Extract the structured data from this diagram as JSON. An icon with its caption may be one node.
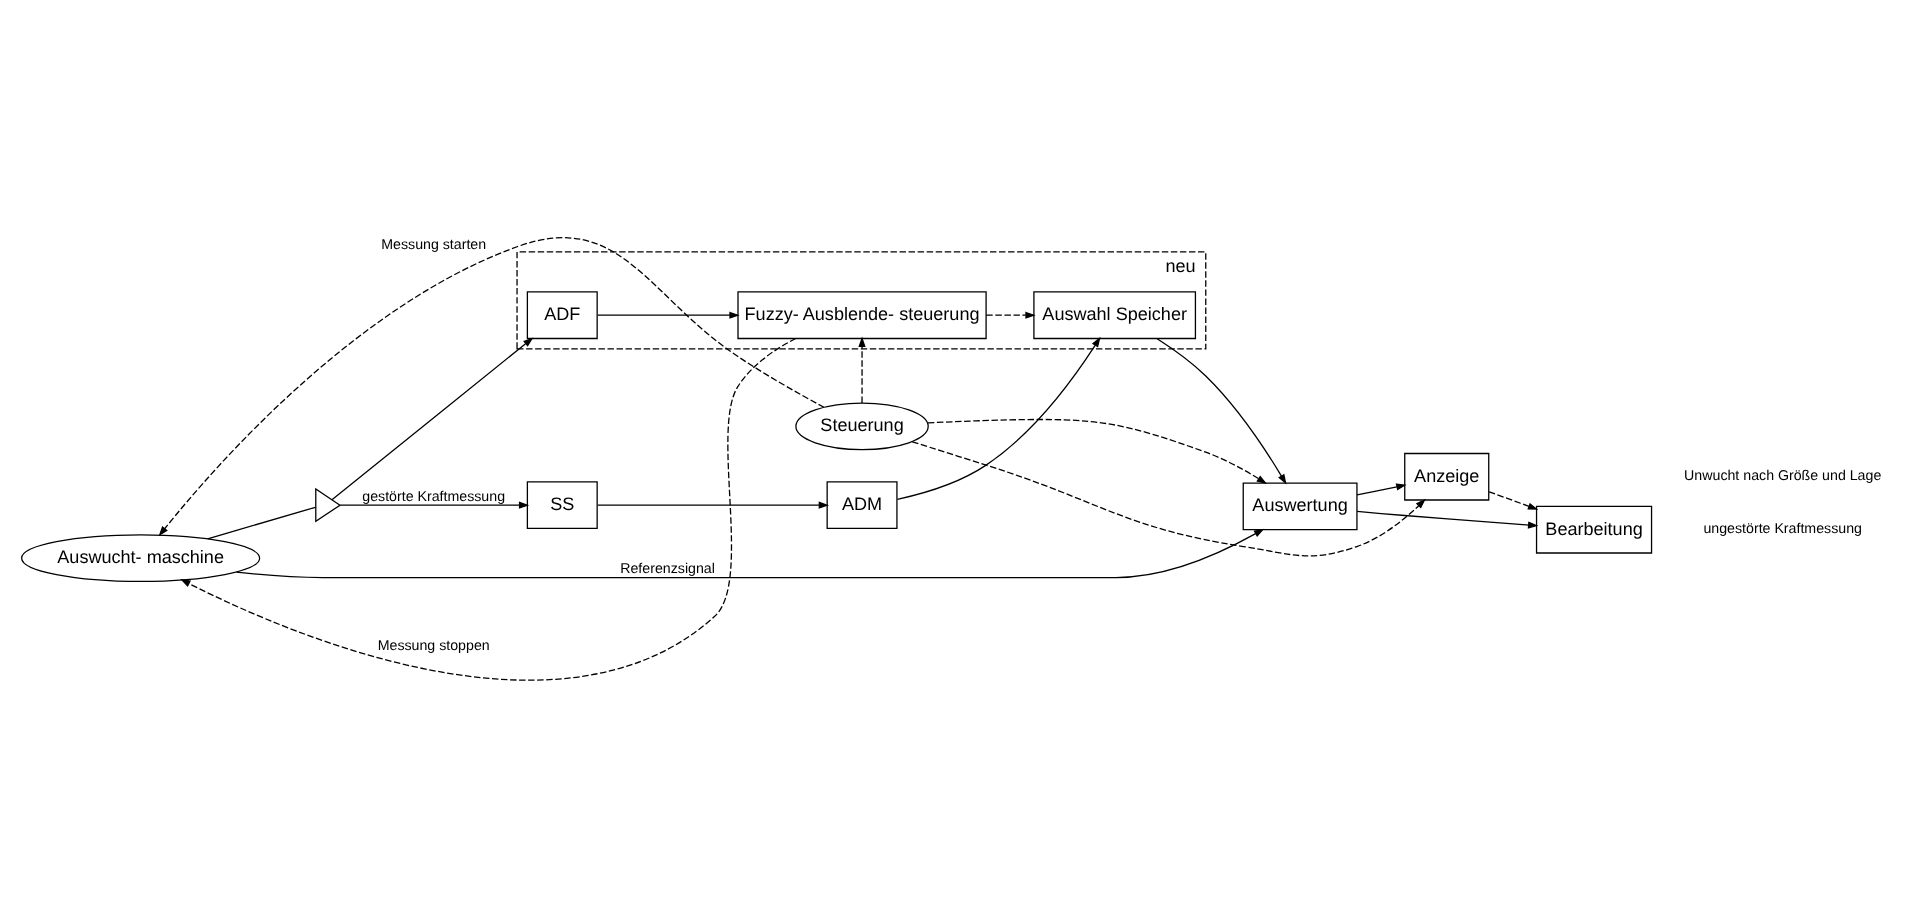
{
  "diagram": {
    "nodes": [
      {
        "text": [
          "Steuerung"
        ]
      },
      {
        "text": [
          "Auswucht- maschine"
        ]
      },
      {
        "text": [],
        "shape": "triangle"
      },
      {
        "text": [
          "neu"
        ]
      },
      {
        "text": [
          "ADF"
        ],
        "in": 3
      },
      {
        "text": [
          "Fuzzy- Ausblende- steuerung"
        ],
        "in": 3
      },
      {
        "text": [
          "SS"
        ]
      },
      {
        "text": [
          "ADM"
        ]
      },
      {
        "text": [
          "Auswahl Speicher"
        ],
        "in": 3
      },
      {
        "text": [
          "Auswertung"
        ]
      },
      {
        "text": [
          "Anzeige"
        ]
      },
      {
        "text": [
          "Bearbeitung"
        ]
      }
    ],
    "edges": [
      {
        "from": 0,
        "to": 1,
        "arrow": "to",
        "style": "dashed",
        "label": "Messung starten"
      },
      {
        "from": 0,
        "to": 5,
        "arrow": "to",
        "style": "dashed"
      },
      {
        "from": 0,
        "to": 9,
        "arrow": "to",
        "style": "dashed"
      },
      {
        "from": 0,
        "to": 10,
        "arrow": "to",
        "style": "dashed"
      },
      {
        "from": 5,
        "to": 1,
        "arrow": "to",
        "style": "dashed",
        "label": "Messung stoppen"
      },
      {
        "from": 1,
        "to": 2,
        "arrow": "none"
      },
      {
        "from": 2,
        "to": 4,
        "arrow": "to"
      },
      {
        "from": 2,
        "to": 6,
        "arrow": "to",
        "label": "gestörte Kraftmessung"
      },
      {
        "from": 4,
        "to": 5,
        "arrow": "to"
      },
      {
        "from": 6,
        "to": 7,
        "arrow": "to"
      },
      {
        "from": 7,
        "to": 8,
        "arrow": "to"
      },
      {
        "from": 5,
        "to": 8,
        "arrow": "to",
        "style": "dashed"
      },
      {
        "from": 8,
        "to": 9,
        "arrow": "to"
      },
      {
        "from": 1,
        "to": 9,
        "arrow": "to",
        "label": "Referenzsignal"
      },
      {
        "from": 9,
        "to": 10,
        "arrow": "to"
      },
      {
        "from": 9,
        "to": 11,
        "arrow": "to"
      },
      {
        "from": 10,
        "to": 11,
        "arrow": "to",
        "style": "dashed"
      }
    ],
    "labels": [
      "ungestörte Kraftmessung",
      "Unwucht nach Größe und Lage"
    ]
  }
}
